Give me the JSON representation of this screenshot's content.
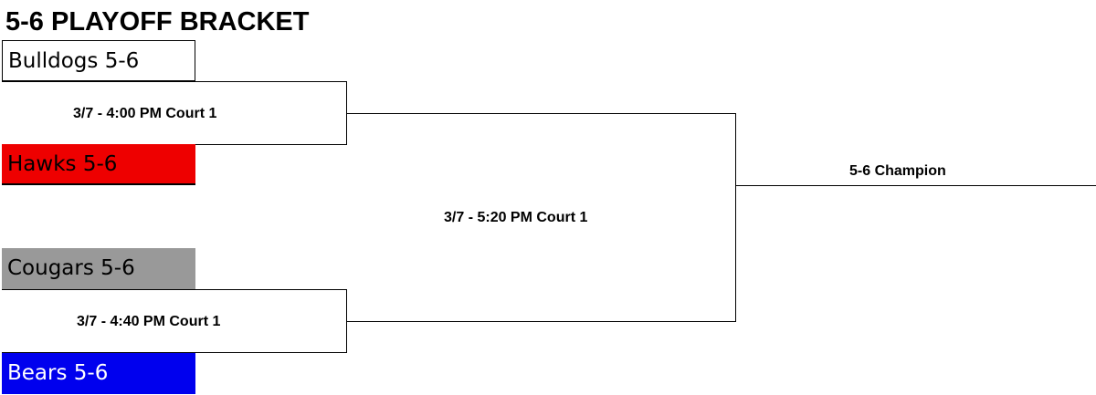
{
  "title": "5-6 PLAYOFF BRACKET",
  "teams": [
    {
      "name": "Bulldogs 5-6",
      "color": "#ffffff"
    },
    {
      "name": "Hawks 5-6",
      "color": "#ee0000"
    },
    {
      "name": "Cougars 5-6",
      "color": "#999999"
    },
    {
      "name": "Bears 5-6",
      "color": "#0000ee"
    }
  ],
  "games": [
    {
      "label": "3/7 - 4:00 PM Court 1"
    },
    {
      "label": "3/7 - 4:40 PM Court 1"
    },
    {
      "label": "3/7 - 5:20 PM Court 1"
    }
  ],
  "champion_label": "5-6 Champion"
}
